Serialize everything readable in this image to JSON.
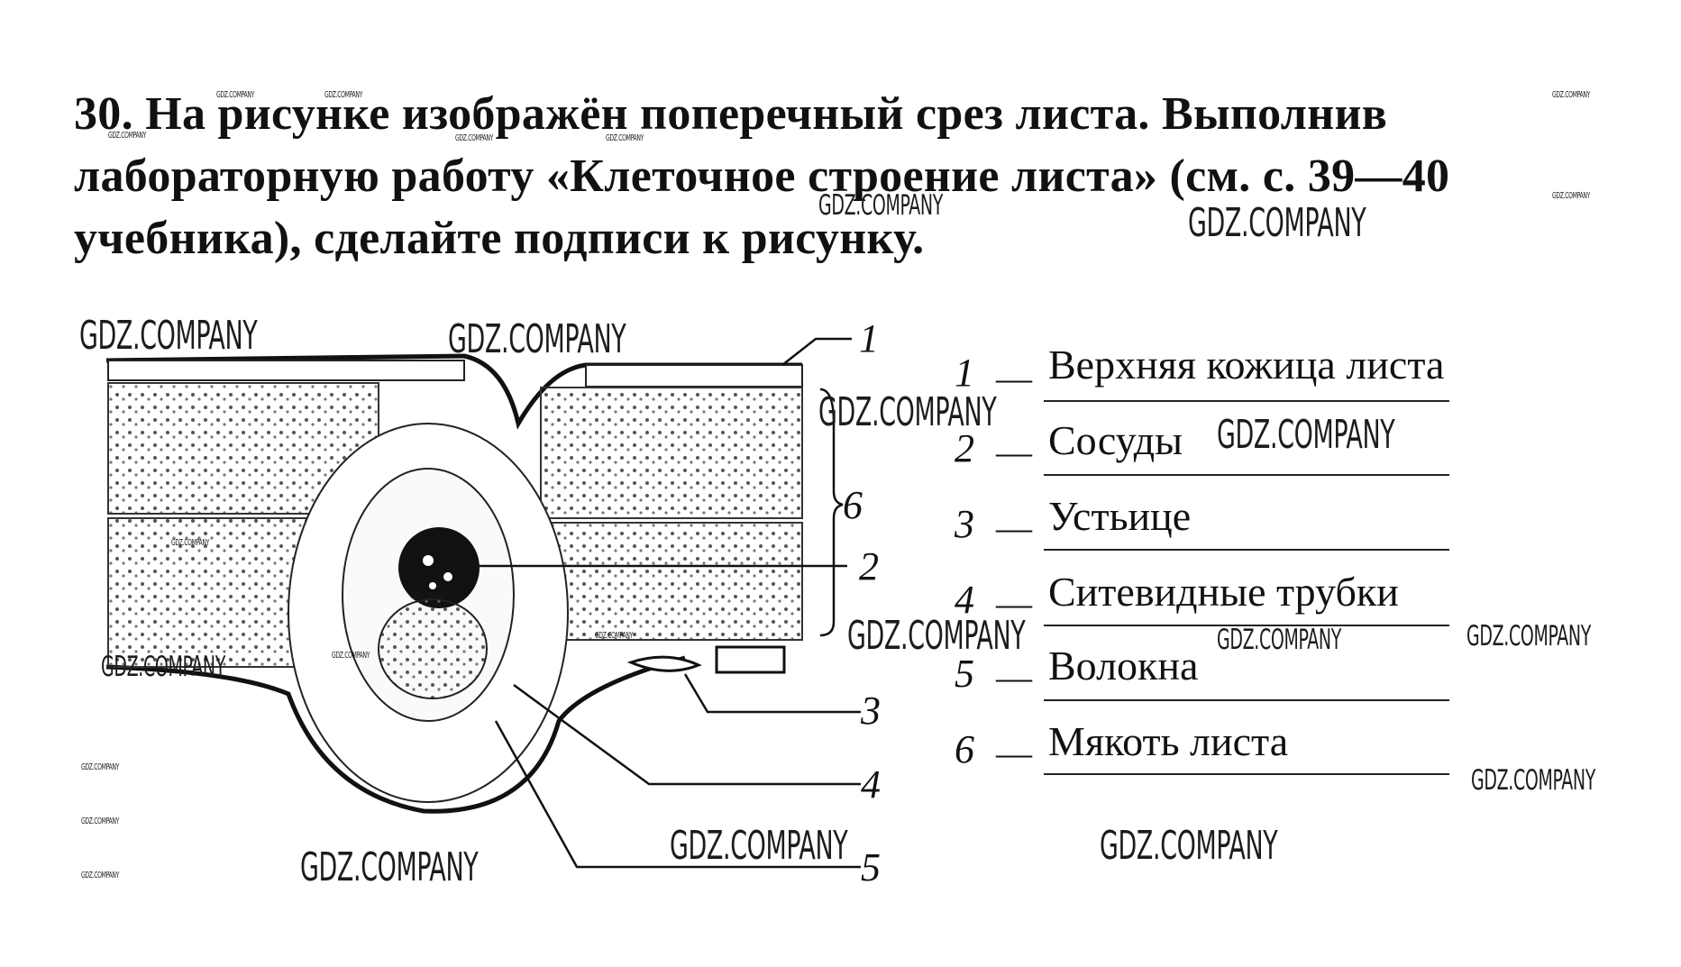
{
  "task": {
    "line1": "30. На рисунке изображён поперечный срез листа. Выполнив",
    "line2": "лабораторную работу «Клеточное строение листа» (см. с. 39—40",
    "line3": "учебника), сделайте подписи к рисунку."
  },
  "figure_numbers": [
    "1",
    "2",
    "3",
    "4",
    "5",
    "6"
  ],
  "answers": [
    {
      "num": "1",
      "dash": "—",
      "text": "Верхняя кожица листа"
    },
    {
      "num": "2",
      "dash": "—",
      "text": "Сосуды"
    },
    {
      "num": "3",
      "dash": "—",
      "text": "Устьице"
    },
    {
      "num": "4",
      "dash": "—",
      "text": "Ситевидные трубки"
    },
    {
      "num": "5",
      "dash": "—",
      "text": "Волокна"
    },
    {
      "num": "6",
      "dash": "—",
      "text": "Мякоть листа"
    }
  ],
  "watermark": "GDZ.COMPANY"
}
